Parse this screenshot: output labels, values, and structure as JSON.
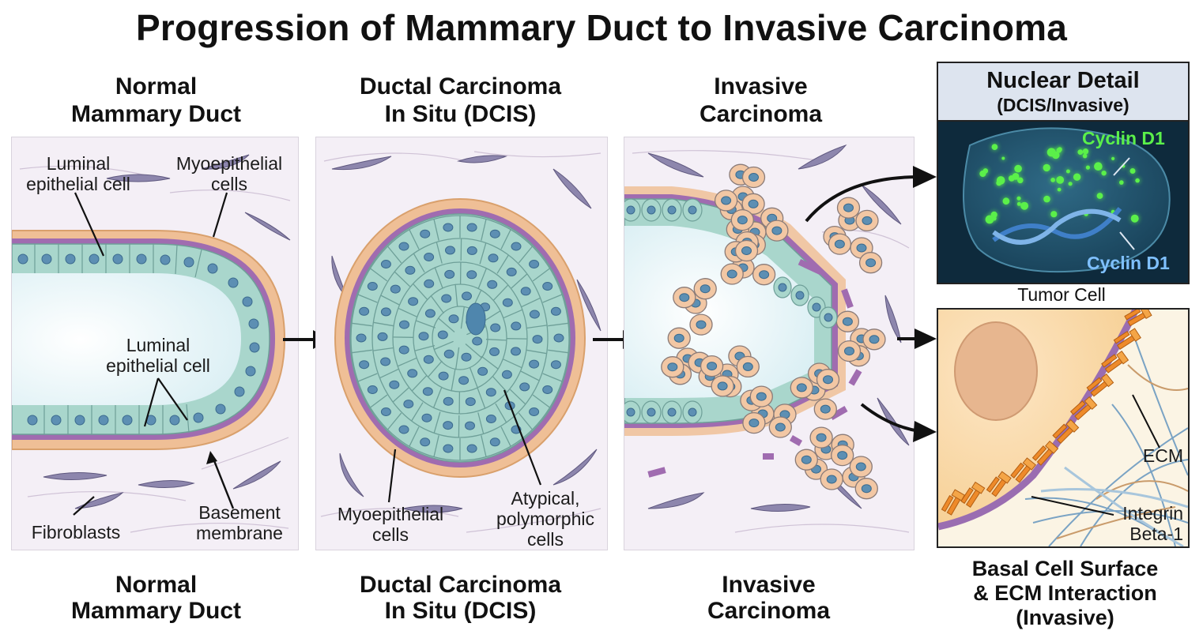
{
  "title": "Progression of Mammary Duct to Invasive Carcinoma",
  "stages": [
    {
      "heading": "Normal\nMammary Duct",
      "caption": "Normal\nMammary Duct",
      "labels": {
        "luminal_top": "Luminal\nepithelial cell",
        "myoepithelial": "Myoepithelial\ncells",
        "luminal_mid": "Luminal\nepithelial cell",
        "fibroblasts": "Fibroblasts",
        "basement": "Basement\nmembrane"
      }
    },
    {
      "heading": "Ductal Carcinoma\nIn Situ (DCIS)",
      "caption": "Ductal Carcinoma\nIn Situ (DCIS)",
      "labels": {
        "myoepithelial": "Myoepithelial\ncells",
        "atypical": "Atypical,\npolymorphic\ncells"
      }
    },
    {
      "heading": "Invasive\nCarcinoma",
      "caption": "Invasive\nCarcinoma"
    }
  ],
  "nuclear_detail": {
    "heading": "Nuclear Detail",
    "subheading": "(DCIS/Invasive)",
    "label_top": "Cyclin D1",
    "label_bottom": "Cyclin D1",
    "caption": "Tumor Cell"
  },
  "basal_surface": {
    "label_ecm": "ECM",
    "label_integrin": "Integrin\nBeta-1",
    "caption": "Basal Cell Surface\n& ECM Interaction\n(Invasive)"
  },
  "colors": {
    "luminal_cell": "#a9d6cc",
    "nucleus": "#5d8fb3",
    "myoepithelial": "#efbf96",
    "basement_membrane": "#a06cb0",
    "tumor_cell": "#f2c7a4",
    "fibroblast": "#8d86ad",
    "nuclear_bg": "#0e2a3c",
    "cyclin": "#5bf04a",
    "integrin": "#ee8a2a"
  }
}
